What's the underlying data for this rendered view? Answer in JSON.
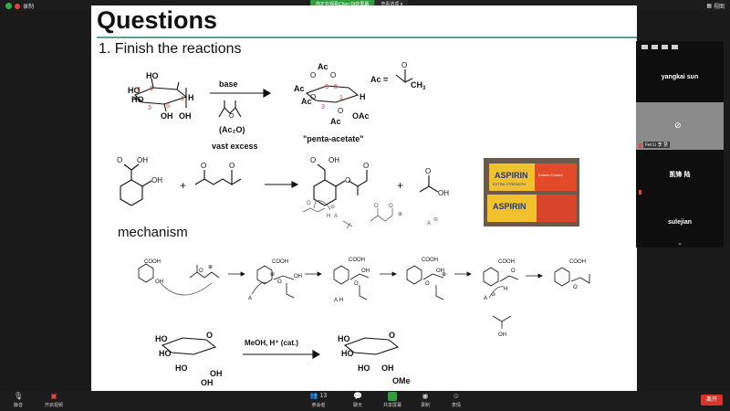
{
  "topbar": {
    "recording_label": "录制",
    "share_message": "你正在观看Chen DI的屏幕",
    "view_options": "查看选项",
    "view_button": "视图"
  },
  "slide": {
    "title": "Questions",
    "question": "1. Finish the reactions",
    "mechanism_label": "mechanism",
    "reaction1": {
      "ring_numbers": [
        "6",
        "4",
        "3",
        "5",
        "1"
      ],
      "product_ring_numbers": [
        "6",
        "5",
        "3",
        "1"
      ],
      "reactant_oh": [
        "HO",
        "HO",
        "HO",
        "OH",
        "OH"
      ],
      "reactant_h": "H",
      "arrow_top": "base",
      "reagent_label": "(Ac₂O)",
      "reagent_condition": "vast excess",
      "product_ac": [
        "Ac",
        "Ac",
        "Ac",
        "Ac",
        "OAc"
      ],
      "product_o": [
        "O",
        "O",
        "O",
        "O",
        "O"
      ],
      "product_h": "H",
      "product_name": "\"penta-acetate\"",
      "ac_def_label": "Ac =",
      "ac_def_ch3": "CH",
      "ac_def_ch3_sub": "3",
      "ac_def_o": "O"
    },
    "reaction2": {
      "salicylic_o": "O",
      "salicylic_oh": [
        "OH",
        "OH"
      ],
      "anhydride_o": [
        "O",
        "O",
        "O"
      ],
      "plus": "+",
      "product_o": [
        "O",
        "O",
        "O",
        "O"
      ],
      "product_oh": "OH",
      "acetic_o": "O",
      "acetic_oh": "OH",
      "under_o": [
        "O",
        "O",
        "O",
        "O"
      ],
      "under_h": "H",
      "under_a": "A",
      "under_charge": [
        "⊖",
        "⊕",
        "⊖"
      ]
    },
    "mechanism": {
      "cooh": [
        "COOH",
        "COOH",
        "COOH",
        "COOH",
        "COOH",
        "COOH"
      ],
      "oh": [
        "OH",
        "OH",
        "OH",
        "OH"
      ],
      "o": [
        "O",
        "O",
        "O",
        "O",
        "O",
        "O"
      ],
      "a": [
        "A",
        "A",
        "A"
      ],
      "h": [
        "H",
        "H"
      ],
      "plus": [
        "⊕",
        "⊕",
        "⊕",
        "⊖"
      ],
      "acetic_oh": "OH"
    },
    "reaction3": {
      "reactant_ho": [
        "HO",
        "HO",
        "HO"
      ],
      "reactant_oh": [
        "OH",
        "OH"
      ],
      "reactant_o": "O",
      "conditions": "MeOH, H⁺ (cat.)",
      "product_ho": [
        "HO",
        "HO",
        "HO"
      ],
      "product_oh": "OH",
      "product_o": "O",
      "product_ome": "OMe"
    },
    "aspirin_box": {
      "brand1": "ASPIRIN",
      "brand2": "ASPIRIN",
      "strength": "EXTRA STRENGTH",
      "tag": "Enteric Coated"
    }
  },
  "participants": {
    "names": [
      "yangkai sun",
      "凯锋 陆",
      "sulejian"
    ],
    "tile2_label": "Fei Li 李 慧"
  },
  "toolbar": {
    "mute": "静音",
    "video": "开启视频",
    "participants": "参会者",
    "participants_count": "13",
    "chat": "聊天",
    "share": "共享屏幕",
    "record": "录制",
    "reactions": "表情",
    "leave": "离开"
  },
  "colors": {
    "accent_green": "#2e9e3c",
    "title_rule": "#5aa38f",
    "leave_red": "#d9342b",
    "ring_number_red": "#d33a2c"
  }
}
